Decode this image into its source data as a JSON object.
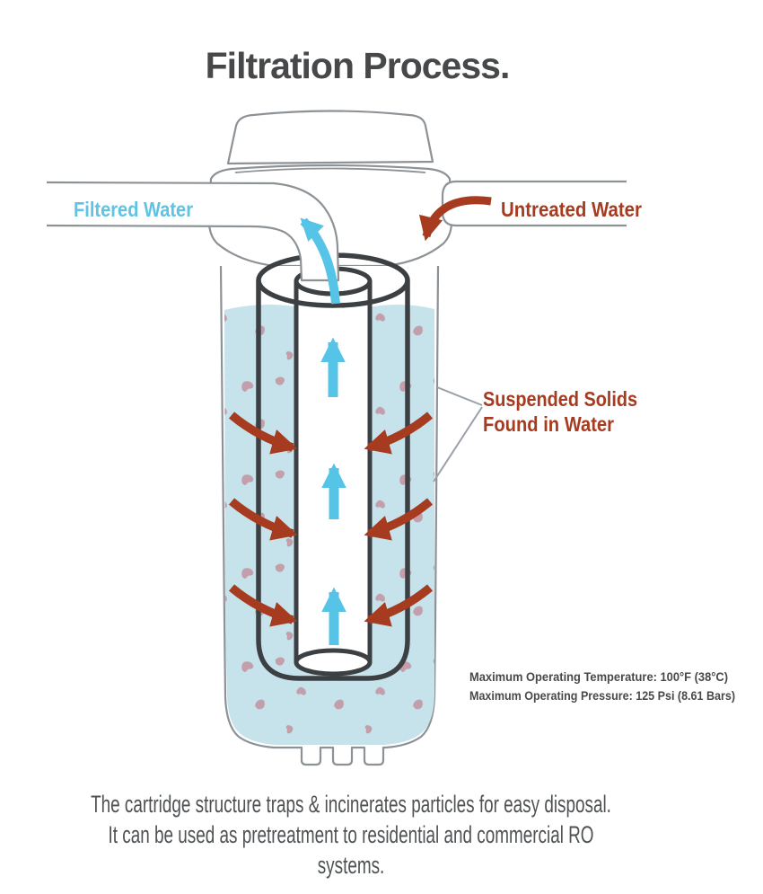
{
  "title": "Filtration Process.",
  "labels": {
    "filtered_water": "Filtered Water",
    "untreated_water": "Untreated Water",
    "suspended_solids": [
      "Suspended Solids",
      "Found in Water"
    ]
  },
  "specs": {
    "temperature": "Maximum Operating Temperature: 100°F (38°C)",
    "pressure": "Maximum Operating Pressure: 125 Psi (8.61 Bars)"
  },
  "caption": [
    "The cartridge structure traps & incinerates particles for easy disposal.",
    "It can be used as pretreatment to residential and commercial RO systems."
  ],
  "colors": {
    "filtered_water_text": "#5fc3e4",
    "untreated_water_text": "#a63b20",
    "suspended_solids_text": "#a63b20",
    "specs_text": "#47494b",
    "title_text": "#46484a",
    "caption_text": "#4f5254",
    "water_fill": "#c6e2eb",
    "particle": "#c29fab",
    "flow_arrow_cyan": "#55c4e7",
    "flow_arrow_red": "#a63b20",
    "housing_outline": "#8d9296",
    "cartridge_outline": "#3c4043"
  }
}
